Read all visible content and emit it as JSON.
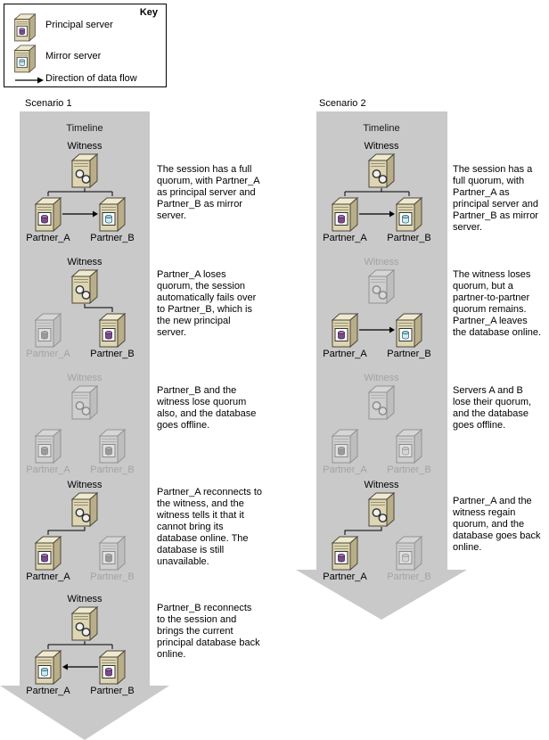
{
  "key": {
    "title": "Key",
    "items": [
      {
        "label": "Principal server",
        "icon": "principal-server-icon"
      },
      {
        "label": "Mirror server",
        "icon": "mirror-server-icon"
      },
      {
        "label": "Direction of data flow",
        "icon": "data-flow-arrow-icon"
      }
    ]
  },
  "colors": {
    "timeline_arrow": "#c9c9c9",
    "principal_cylinder": "#7d4a8c",
    "mirror_cylinder": "#cfeaf2",
    "server_body": "#ded6b2"
  },
  "scenario1": {
    "label": "Scenario 1",
    "timeline": "Timeline",
    "stages": [
      {
        "witness": "Witness",
        "partner_a": "Partner_A",
        "partner_b": "Partner_B",
        "state": "full quorum; witness connected to both partners; data flow A to B",
        "description": "The session has a full quorum, with Partner_A as principal server and Partner_B as mirror server."
      },
      {
        "witness": "Witness",
        "partner_a": "Partner_A",
        "partner_b": "Partner_B",
        "state": "Partner_A offline; witness connected to Partner_B (new principal)",
        "description": "Partner_A loses quorum, the session automatically fails over to Partner_B, which is the new principal server."
      },
      {
        "witness": "Witness",
        "partner_a": "Partner_A",
        "partner_b": "Partner_B",
        "state": "all offline",
        "description": "Partner_B and the witness lose quorum also, and the database goes offline."
      },
      {
        "witness": "Witness",
        "partner_a": "Partner_A",
        "partner_b": "Partner_B",
        "state": "witness connected to Partner_A; Partner_B offline",
        "description": "Partner_A reconnects to the witness, and the witness tells it that it cannot bring its database online. The database is still unavailable."
      },
      {
        "witness": "Witness",
        "partner_a": "Partner_A",
        "partner_b": "Partner_B",
        "state": "full quorum restored; data flow B to A",
        "description": "Partner_B reconnects to the session and brings the current principal database back online."
      }
    ]
  },
  "scenario2": {
    "label": "Scenario 2",
    "timeline": "Timeline",
    "stages": [
      {
        "witness": "Witness",
        "partner_a": "Partner_A",
        "partner_b": "Partner_B",
        "state": "full quorum; witness connected to both partners; data flow A to B",
        "description": "The session has a full quorum, with Partner_A as principal server and Partner_B as mirror server."
      },
      {
        "witness": "Witness",
        "partner_a": "Partner_A",
        "partner_b": "Partner_B",
        "state": "witness offline; partner-to-partner quorum; data flow A to B",
        "description": "The witness loses quorum, but a partner-to-partner quorum remains. Partner_A leaves the database online."
      },
      {
        "witness": "Witness",
        "partner_a": "Partner_A",
        "partner_b": "Partner_B",
        "state": "all offline",
        "description": "Servers A and B lose their quorum, and the database goes offline."
      },
      {
        "witness": "Witness",
        "partner_a": "Partner_A",
        "partner_b": "Partner_B",
        "state": "witness connected to Partner_A; Partner_B offline",
        "description": "Partner_A and the witness regain quorum, and the database goes back online."
      }
    ]
  }
}
